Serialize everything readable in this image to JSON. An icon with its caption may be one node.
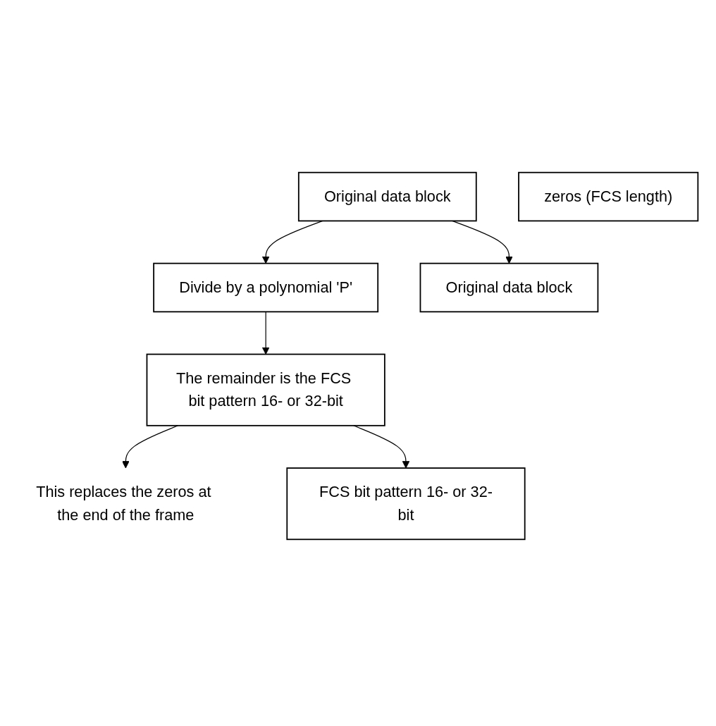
{
  "diagram": {
    "nodes": [
      {
        "text": [
          "Original data block"
        ]
      },
      {
        "text": [
          "zeros (FCS length)"
        ]
      },
      {
        "text": [
          "Divide by a polynomial 'P'"
        ]
      },
      {
        "text": [
          "The remainder is the FCS bit pattern 16- or 32-bit"
        ]
      },
      {
        "text": [
          "This replaces the zeros at the end of the frame"
        ]
      },
      {
        "text": [
          "Original data block"
        ]
      },
      {
        "text": [
          "FCS bit pattern 16- or 32-bit"
        ]
      }
    ],
    "edges": [
      {
        "from": 0,
        "to": 5,
        "arrow": "to"
      },
      {
        "from": 0,
        "to": 2,
        "arrow": "to"
      },
      {
        "from": 2,
        "to": 3,
        "arrow": "to"
      },
      {
        "from": 3,
        "to": 4,
        "arrow": "to"
      },
      {
        "from": 3,
        "to": 6,
        "arrow": "to"
      }
    ]
  }
}
